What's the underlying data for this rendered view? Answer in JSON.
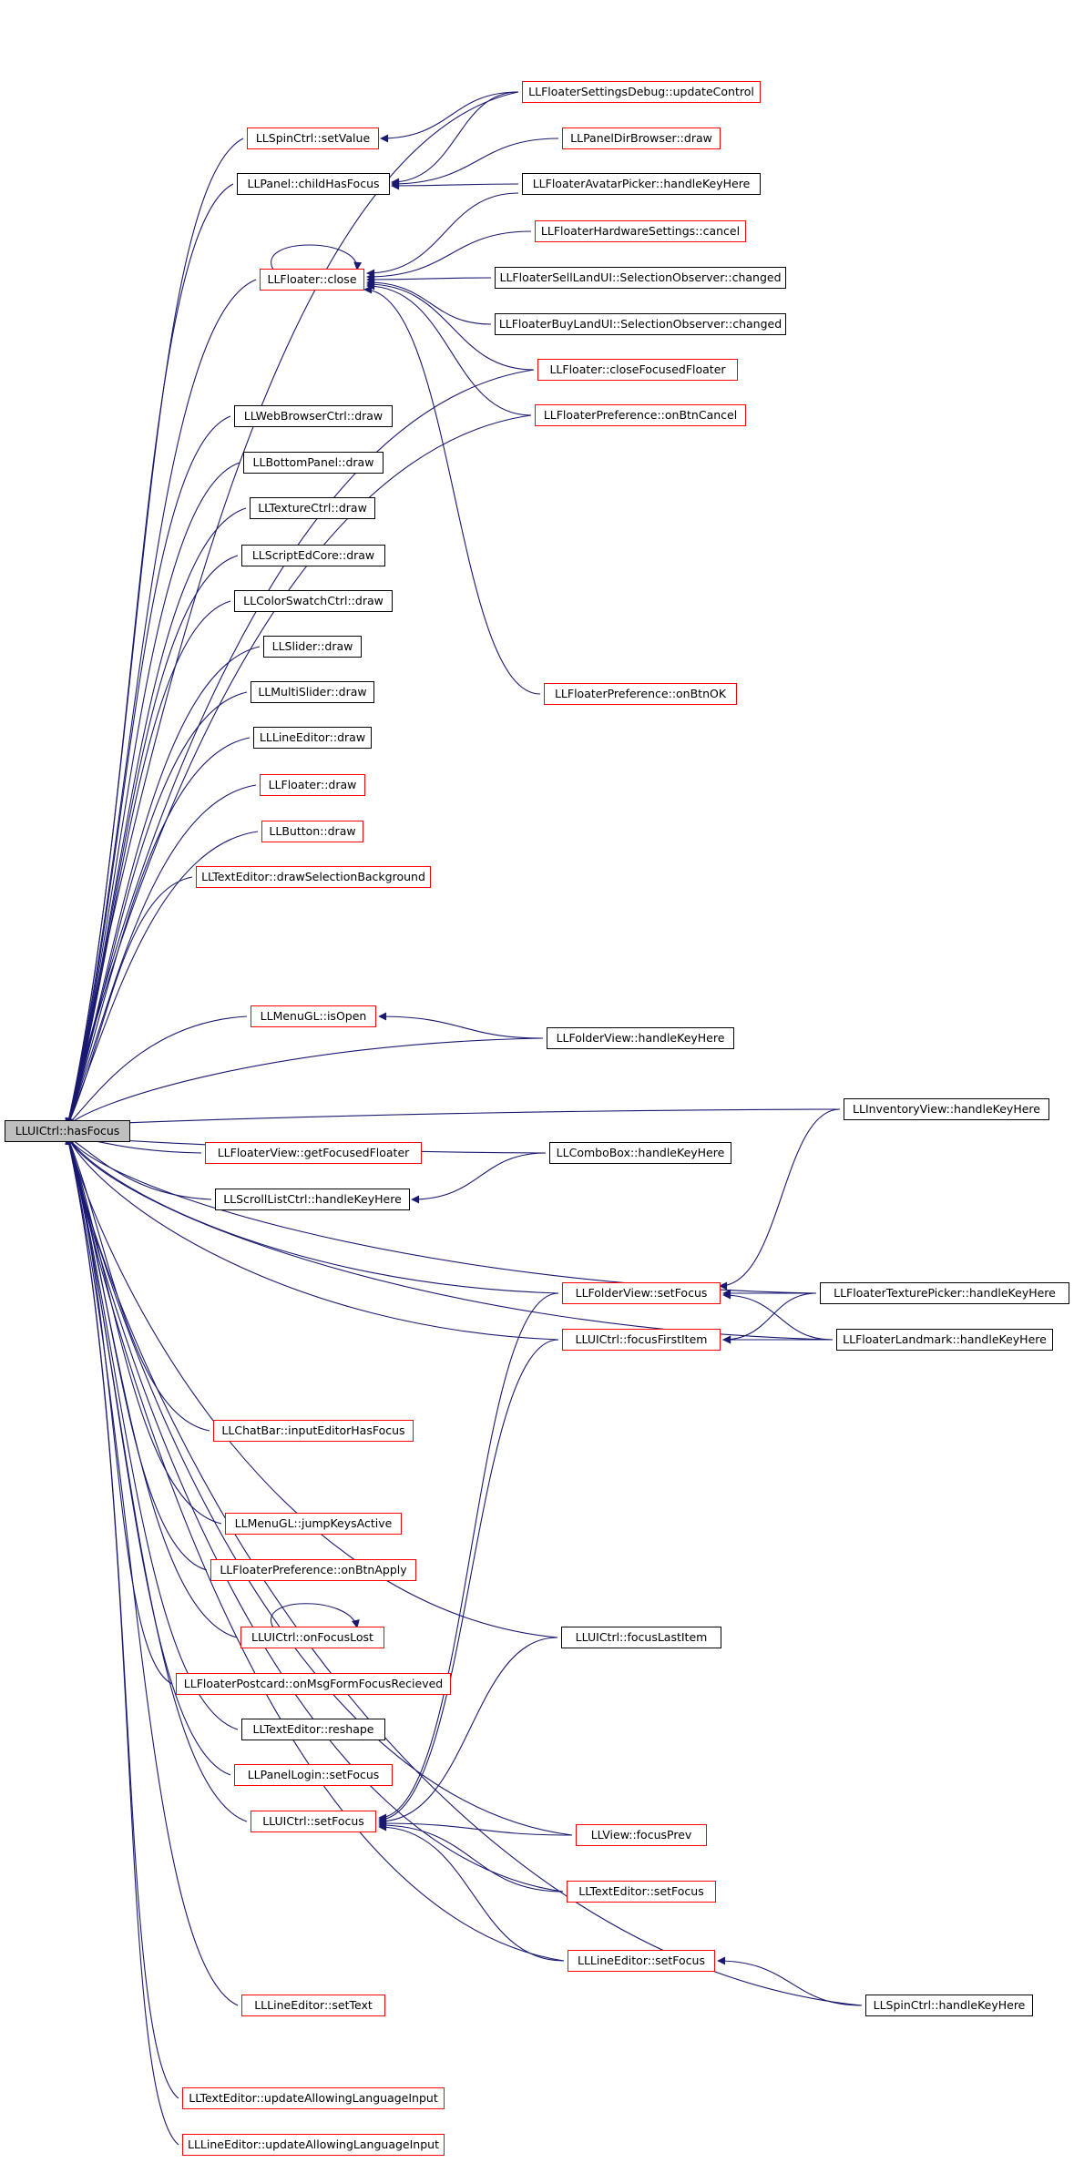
{
  "colors": {
    "edge": "#191970",
    "border_red": "#ff0000",
    "border_black": "#000000",
    "root_fill": "#bfbfbf"
  },
  "nodes": {
    "root": "LLUICtrl::hasFocus",
    "settings_debug_update": "LLFloaterSettingsDebug::updateControl",
    "spin_set_value": "LLSpinCtrl::setValue",
    "panel_dir_draw": "LLPanelDirBrowser::draw",
    "panel_child_has_focus": "LLPanel::childHasFocus",
    "avatar_picker_key": "LLFloaterAvatarPicker::handleKeyHere",
    "hardware_cancel": "LLFloaterHardwareSettings::cancel",
    "floater_close": "LLFloater::close",
    "sell_land_changed": "LLFloaterSellLandUI::SelectionObserver::changed",
    "buy_land_changed": "LLFloaterBuyLandUI::SelectionObserver::changed",
    "close_focused_floater": "LLFloater::closeFocusedFloater",
    "pref_btn_cancel": "LLFloaterPreference::onBtnCancel",
    "web_browser_draw": "LLWebBrowserCtrl::draw",
    "bottom_panel_draw": "LLBottomPanel::draw",
    "texture_ctrl_draw": "LLTextureCtrl::draw",
    "script_ed_draw": "LLScriptEdCore::draw",
    "color_swatch_draw": "LLColorSwatchCtrl::draw",
    "slider_draw": "LLSlider::draw",
    "multi_slider_draw": "LLMultiSlider::draw",
    "line_editor_draw": "LLLineEditor::draw",
    "floater_draw": "LLFloater::draw",
    "pref_btn_ok": "LLFloaterPreference::onBtnOK",
    "button_draw": "LLButton::draw",
    "text_editor_sel_bg": "LLTextEditor::drawSelectionBackground",
    "menu_is_open": "LLMenuGL::isOpen",
    "folder_view_key": "LLFolderView::handleKeyHere",
    "inventory_view_key": "LLInventoryView::handleKeyHere",
    "floater_view_focused": "LLFloaterView::getFocusedFloater",
    "combo_box_key": "LLComboBox::handleKeyHere",
    "scroll_list_key": "LLScrollListCtrl::handleKeyHere",
    "folder_view_set_focus": "LLFolderView::setFocus",
    "texture_picker_key": "LLFloaterTexturePicker::handleKeyHere",
    "focus_first_item": "LLUICtrl::focusFirstItem",
    "landmark_key": "LLFloaterLandmark::handleKeyHere",
    "chat_bar_input": "LLChatBar::inputEditorHasFocus",
    "menu_jump_keys": "LLMenuGL::jumpKeysActive",
    "pref_btn_apply": "LLFloaterPreference::onBtnApply",
    "focus_last_item": "LLUICtrl::focusLastItem",
    "on_focus_lost": "LLUICtrl::onFocusLost",
    "postcard_focus": "LLFloaterPostcard::onMsgFormFocusRecieved",
    "text_editor_reshape": "LLTextEditor::reshape",
    "panel_login_focus": "LLPanelLogin::setFocus",
    "uictrl_set_focus": "LLUICtrl::setFocus",
    "view_focus_prev": "LLView::focusPrev",
    "text_editor_set_focus": "LLTextEditor::setFocus",
    "line_editor_set_focus": "LLLineEditor::setFocus",
    "spin_key": "LLSpinCtrl::handleKeyHere",
    "line_editor_set_text": "LLLineEditor::setText",
    "text_editor_lang": "LLTextEditor::updateAllowingLanguageInput",
    "line_editor_lang": "LLLineEditor::updateAllowingLanguageInput"
  }
}
